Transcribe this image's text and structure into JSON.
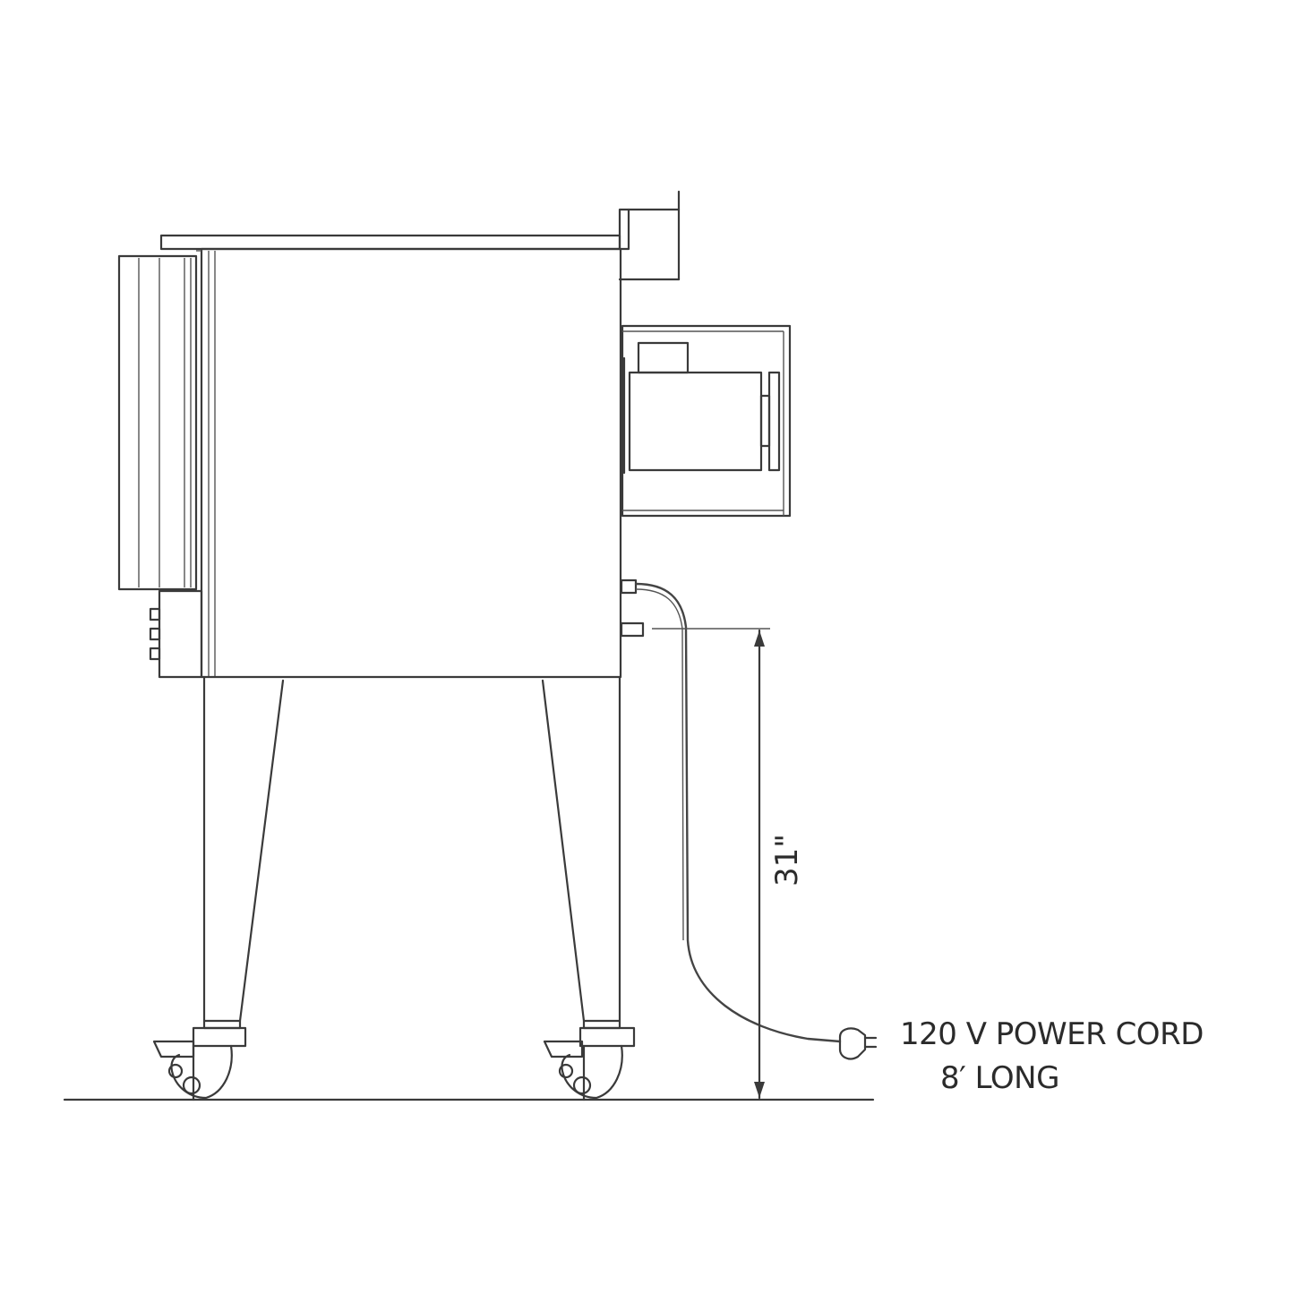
{
  "dimension": {
    "height_label": "31\""
  },
  "cord": {
    "label_line1": "120 V POWER CORD",
    "label_line2": "8′  LONG"
  }
}
